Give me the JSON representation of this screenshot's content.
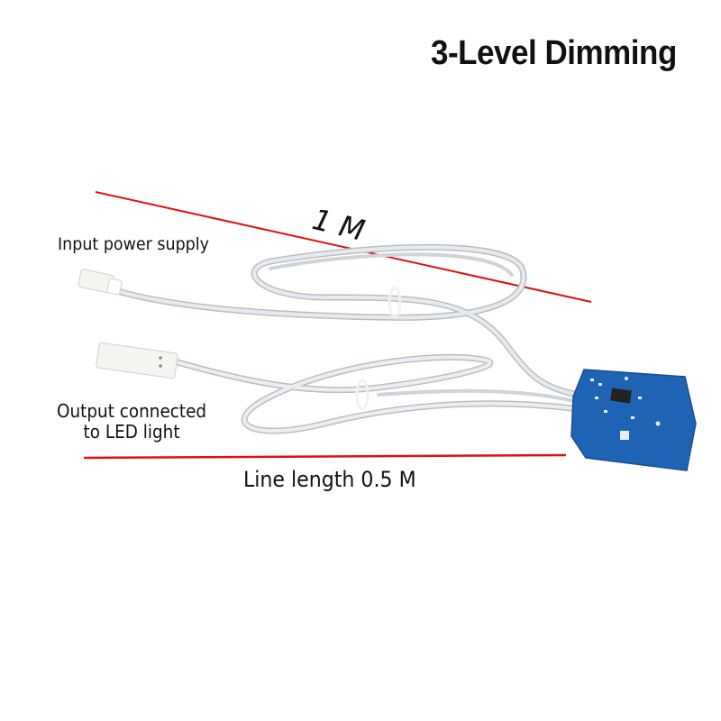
{
  "title": "3-Level Dimming",
  "labels": {
    "input": "Input power supply",
    "output_line1": "Output connected",
    "output_line2": "to LED light",
    "cable_length_top": "1 M",
    "line_length": "Line length 0.5 M"
  },
  "colors": {
    "measure_line": "#e01010",
    "cable": "#d9dde2",
    "pcb": "#1f63b4",
    "connector": "#f4f4f0"
  }
}
